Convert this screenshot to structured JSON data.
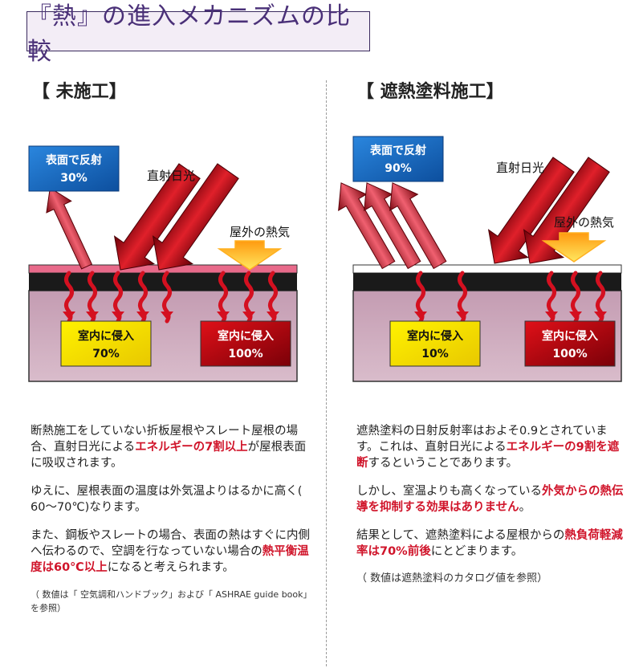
{
  "title": "『熱』の進入メカニズムの比較",
  "left": {
    "heading": "【  未施工】",
    "reflect_label": "表面で反射",
    "reflect_value": "30%",
    "sunlight_label": "直射日光",
    "outside_heat_label": "屋外の熱気",
    "enter1_label": "室内に侵入",
    "enter1_value": "70%",
    "enter2_label": "室内に侵入",
    "enter2_value": "100%",
    "p1_a": "断熱施工をしていない折板屋根やスレート屋根の場合、直射日光による",
    "p1_hl": "エネルギーの7割以上",
    "p1_b": "が屋根表面に吸収されます。",
    "p2": "ゆえに、屋根表面の温度は外気温よりはるかに高く(　60〜70℃)なります。",
    "p3_a": "また、鋼板やスレートの場合、表面の熱はすぐに内側へ伝わるので、空調を行なっていない場合の",
    "p3_hl": "熱平衡温度は60℃以上",
    "p3_b": "になると考えられます。",
    "note": "（ 数値は「 空気調和ハンドブック」および「 ASHRAE guide book」を参照）"
  },
  "right": {
    "heading": "【  遮熱塗料施工】",
    "reflect_label": "表面で反射",
    "reflect_value": "90%",
    "sunlight_label": "直射日光",
    "outside_heat_label": "屋外の熱気",
    "enter1_label": "室内に侵入",
    "enter1_value": "10%",
    "enter2_label": "室内に侵入",
    "enter2_value": "100%",
    "p1_a": "遮熱塗料の日射反射率はおよそ0.9とされています。これは、直射日光による",
    "p1_hl": "エネルギーの9割を遮断",
    "p1_b": "するということであります。",
    "p2_a": "しかし、室温よりも高くなっている",
    "p2_hl": "外気からの熱伝導を抑制する効果はありません",
    "p2_b": "。",
    "p3_a": "結果として、遮熱塗料による屋根からの",
    "p3_hl": "熱負荷軽減率は70%前後",
    "p3_b": "にとどまります。",
    "note": "（ 数値は遮熱塗料のカタログ値を参照）"
  },
  "colors": {
    "reflect_box": "#1f6fc4",
    "enter_yellow": "#f5f000",
    "enter_red": "#c0101a",
    "roof_pink": "#c8a0b4",
    "highlight": "#d0142a"
  }
}
